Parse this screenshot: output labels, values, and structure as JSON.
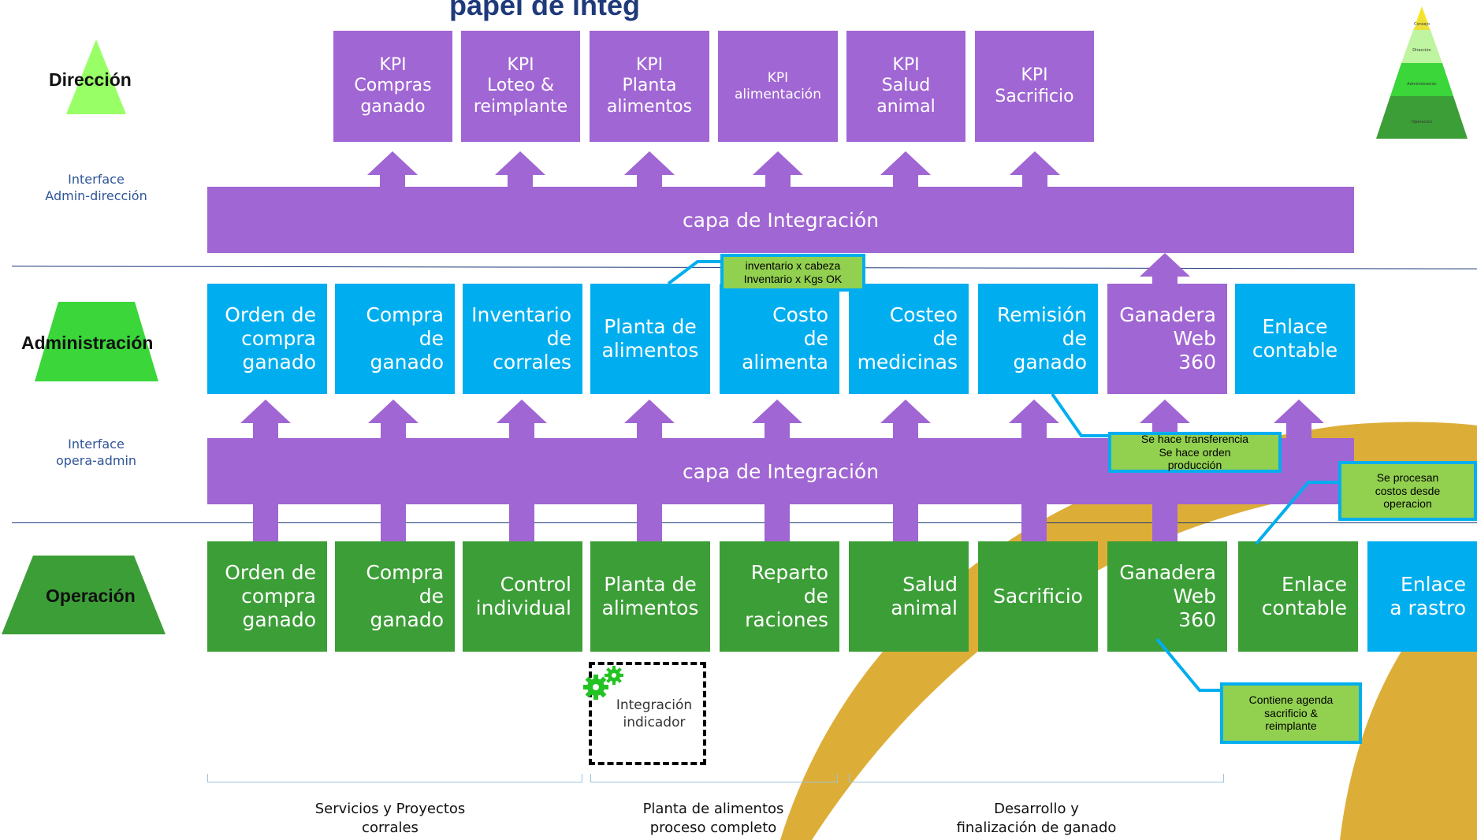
{
  "title_partial": "papel de integ",
  "levels": {
    "direccion": "Dirección",
    "administracion": "Administración",
    "operacion": "Operación"
  },
  "interfaces": {
    "admin_direccion": "Interface\nAdmin-dirección",
    "opera_admin": "Interface\nopera-admin"
  },
  "kpis": [
    "KPI\nCompras\nganado",
    "KPI\nLoteo &\nreimplante",
    "KPI\nPlanta\nalimentos",
    "KPI\nalimentación",
    "KPI\nSalud\nanimal",
    "KPI\nSacrificio"
  ],
  "integration_layer": "capa de Integración",
  "admin_modules": [
    "Orden de\ncompra\nganado",
    "Compra\nde\nganado",
    "Inventario\nde\ncorrales",
    "Planta de\nalimentos",
    "Costo\nde\nalimenta",
    "Costeo\nde\nmedicinas",
    "Remisión\nde\nganado",
    "Ganadera\nWeb\n360",
    "Enlace\ncontable"
  ],
  "operation_modules": [
    "Orden de\ncompra\nganado",
    "Compra\nde\nganado",
    "Control\nindividual",
    "Planta de\nalimentos",
    "Reparto\nde\nraciones",
    "Salud\nanimal",
    "Sacrificio",
    "Ganadera\nWeb\n360",
    "Enlace\ncontable",
    "Enlace\na rastro"
  ],
  "callouts": {
    "inventario": "inventario x cabeza\nInventario x Kgs OK",
    "transferencia": "Se hace transferencia\nSe hace orden\nproducción",
    "costos": "Se procesan\ncostos desde\noperacion",
    "agenda": "Contiene agenda\nsacrificio &\nreimplante"
  },
  "integration_indicator": "Integración\nindicador",
  "bottom_groups": [
    "Servicios y Proyectos\ncorrales",
    "Planta de alimentos\nproceso completo",
    "Desarrollo y\nfinalización de ganado"
  ],
  "pyramid_levels": [
    "Consejo",
    "Dirección",
    "Administración",
    "Operación"
  ],
  "colors": {
    "purple": "#a066d3",
    "blue": "#00aeef",
    "green": "#3c9e37",
    "callout": "#92d050",
    "gold": "#d9a521"
  }
}
